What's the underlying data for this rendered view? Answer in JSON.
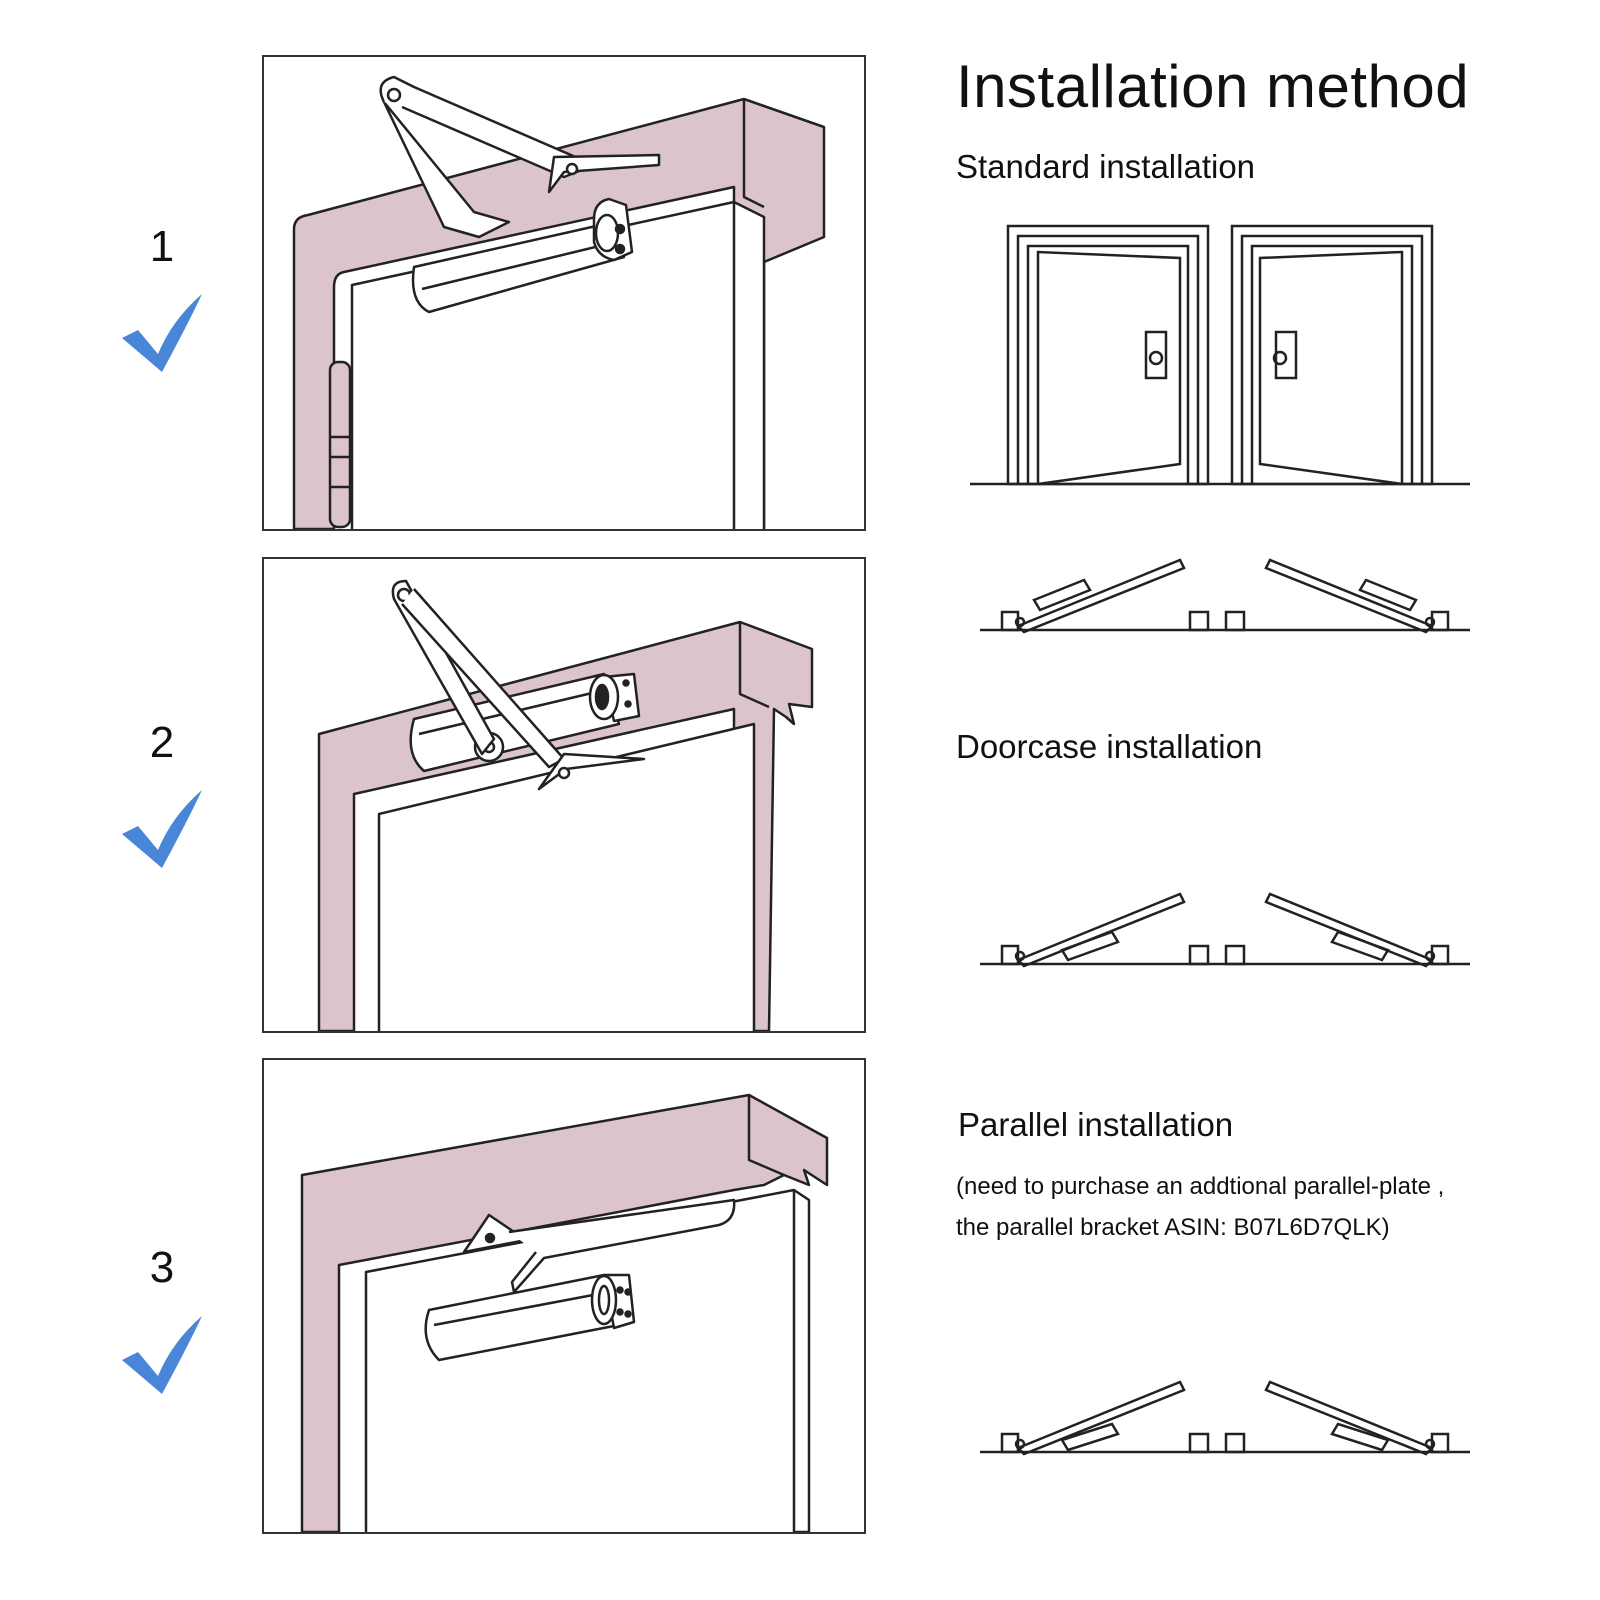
{
  "header": {
    "title": "Installation method"
  },
  "steps": [
    {
      "number": "1",
      "icon": "checkmark-icon"
    },
    {
      "number": "2",
      "icon": "checkmark-icon"
    },
    {
      "number": "3",
      "icon": "checkmark-icon"
    }
  ],
  "methods": {
    "standard": {
      "label": "Standard installation"
    },
    "doorcase": {
      "label": "Doorcase installation"
    },
    "parallel": {
      "label": "Parallel installation",
      "note_line1": "(need to purchase an addtional parallel-plate ,",
      "note_line2": "the parallel bracket ASIN: B07L6D7QLK)"
    }
  },
  "colors": {
    "frame": "#dcc5ca",
    "check": "#4a86d8",
    "line": "#222222"
  }
}
